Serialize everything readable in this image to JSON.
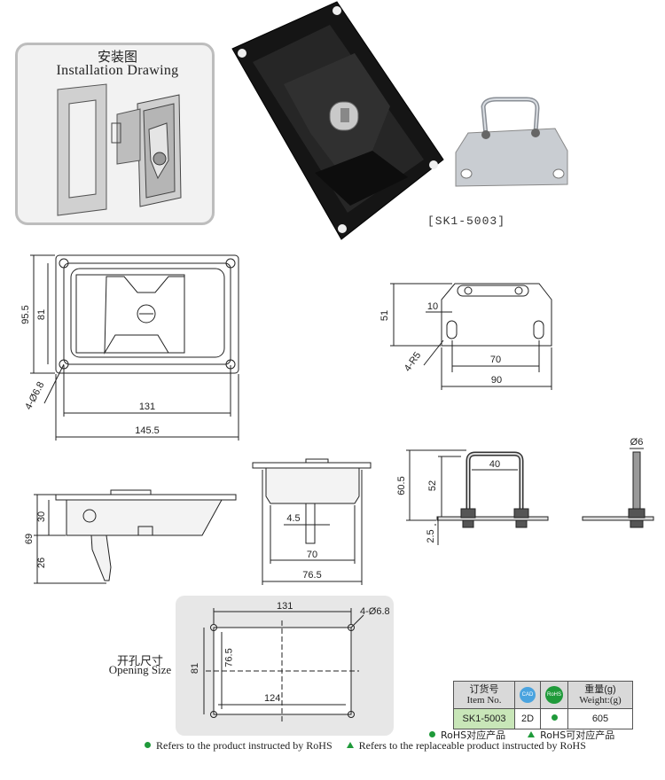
{
  "installation": {
    "title_cn": "安装图",
    "title_en": "Installation Drawing"
  },
  "model_code": "[SK1-5003]",
  "front_view": {
    "height_outer": "95.5",
    "height_inner": "81",
    "holes": "4-Ø6.8",
    "width_inner": "131",
    "width_outer": "145.5"
  },
  "bracket_view": {
    "height": "51",
    "offset": "10",
    "radius": "4-R5",
    "hole_span": "70",
    "width": "90"
  },
  "side_view": {
    "h1": "30",
    "h2": "69",
    "h3": "26"
  },
  "bottom_view": {
    "a": "4.5",
    "b": "70",
    "c": "76.5"
  },
  "handle_view": {
    "span": "40",
    "h_total": "60.5",
    "h_inner": "52",
    "base": "2.5"
  },
  "rod_view": {
    "dia": "Ø6"
  },
  "opening": {
    "label_cn": "开孔尺寸",
    "label_en": "Opening Size",
    "width": "131",
    "holes": "4-Ø6.8",
    "height_outer": "81",
    "height_inner": "76.5",
    "width_inner": "124"
  },
  "spec_table": {
    "col_item_cn": "订货号",
    "col_item_en": "Item No.",
    "col_cad": "CAD",
    "col_rohs": "RoHS",
    "col_weight_cn": "重量(g)",
    "col_weight_en": "Weight:(g)",
    "row": {
      "item": "SK1-5003",
      "cad": "2D",
      "weight": "605"
    }
  },
  "legend": {
    "rohs_cn": "RoHS对应产品",
    "rohs_replace_cn": "RoHS可对应产品",
    "rohs_en": "Refers to the product instructed by RoHS",
    "rohs_replace_en": "Refers to the replaceable product instructed by RoHS"
  },
  "colors": {
    "rohs_green": "#1f9a3a",
    "panel_grey": "#f2f2f2",
    "cad_blue": "#4aa3df"
  }
}
